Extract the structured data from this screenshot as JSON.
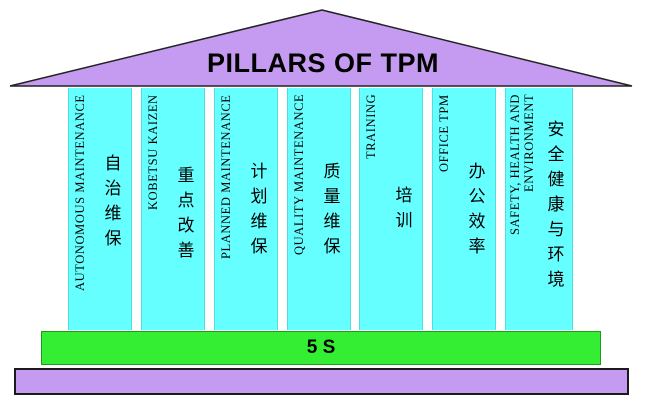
{
  "title": "PILLARS OF TPM",
  "foundation": "5 S",
  "pillars": [
    {
      "en": "AUTONOMOUS MAINTENANCE",
      "zh": "自治维保"
    },
    {
      "en": "KOBETSU KAIZEN",
      "zh": "重点改善"
    },
    {
      "en": "PLANNED MAINTENANCE",
      "zh": "计划维保"
    },
    {
      "en": "QUALITY MAINTENANCE",
      "zh": "质量维保"
    },
    {
      "en": "TRAINING",
      "zh": "培训"
    },
    {
      "en": "OFFICE TPM",
      "zh": "办公效率"
    },
    {
      "en": "SAFETY, HEALTH AND ENVIRONMENT",
      "zh": "安全健康与环境"
    }
  ],
  "colors": {
    "roof": "#c49bf0",
    "pillar": "#66ffff",
    "foundation": "#33ee33",
    "base": "#c49bf0"
  }
}
